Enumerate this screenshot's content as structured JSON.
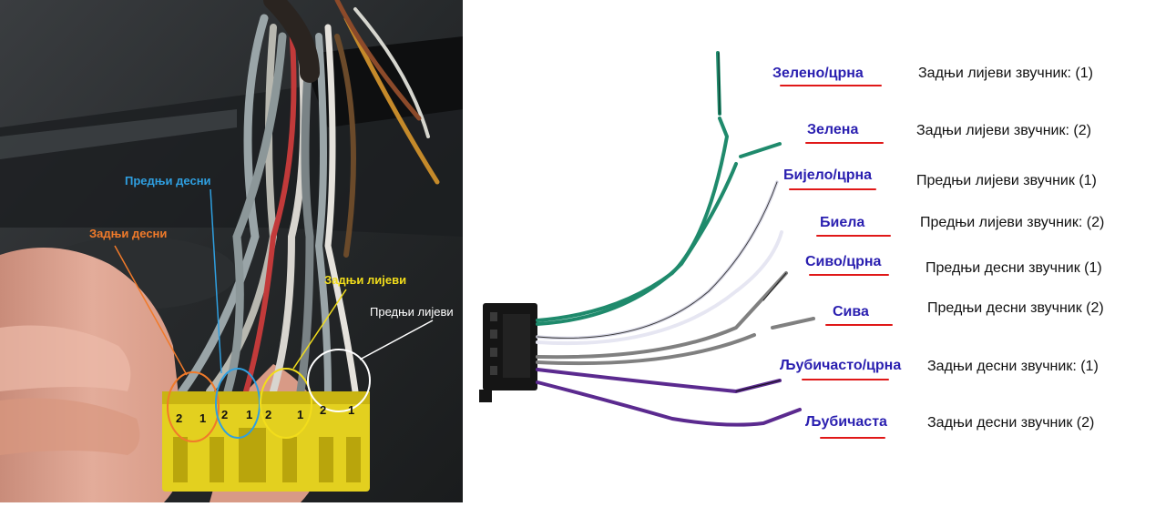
{
  "photo": {
    "labels": {
      "rear_right": "Задњи десни",
      "front_right": "Предњи десни",
      "rear_left": "Задњи лијеви",
      "front_left": "Предњи лијеви"
    },
    "pin_numbers": [
      "2",
      "1",
      "2",
      "1",
      "2",
      "1",
      "2",
      "1"
    ],
    "colors": {
      "rear_right": "#f07a2a",
      "front_right": "#2f9fe0",
      "rear_left": "#f2dd1b",
      "front_left": "#ffffff",
      "connector": "#e3d01f"
    }
  },
  "wires": [
    {
      "color_name": "Зелено/црна",
      "description": "Задњи лијеви звучник: (1)",
      "wire_color": "#1f8a6c",
      "stripe": "#111111"
    },
    {
      "color_name": "Зелена",
      "description": "Задњи лијеви звучник: (2)",
      "wire_color": "#1f8a6c",
      "stripe": ""
    },
    {
      "color_name": "Бијело/црна",
      "description": "Предњи лијеви звучник (1)",
      "wire_color": "#f4f4f8",
      "stripe": "#222222"
    },
    {
      "color_name": "Биела",
      "description": "Предњи лијеви звучник: (2)",
      "wire_color": "#f4f4f8",
      "stripe": ""
    },
    {
      "color_name": "Сиво/црна",
      "description": "Предњи десни звучник (1)",
      "wire_color": "#808080",
      "stripe": "#222222"
    },
    {
      "color_name": "Сива",
      "description": "Предњи десни звучник (2)",
      "wire_color": "#808080",
      "stripe": ""
    },
    {
      "color_name": "Љубичасто/црна",
      "description": "Задњи десни звучник: (1)",
      "wire_color": "#5b2a8f",
      "stripe": "#111111"
    },
    {
      "color_name": "Љубичаста",
      "description": "Задњи десни звучник (2)",
      "wire_color": "#5b2a8f",
      "stripe": ""
    }
  ],
  "accent_colors": {
    "color_label": "#2a1fb0",
    "underline": "#e01818"
  }
}
